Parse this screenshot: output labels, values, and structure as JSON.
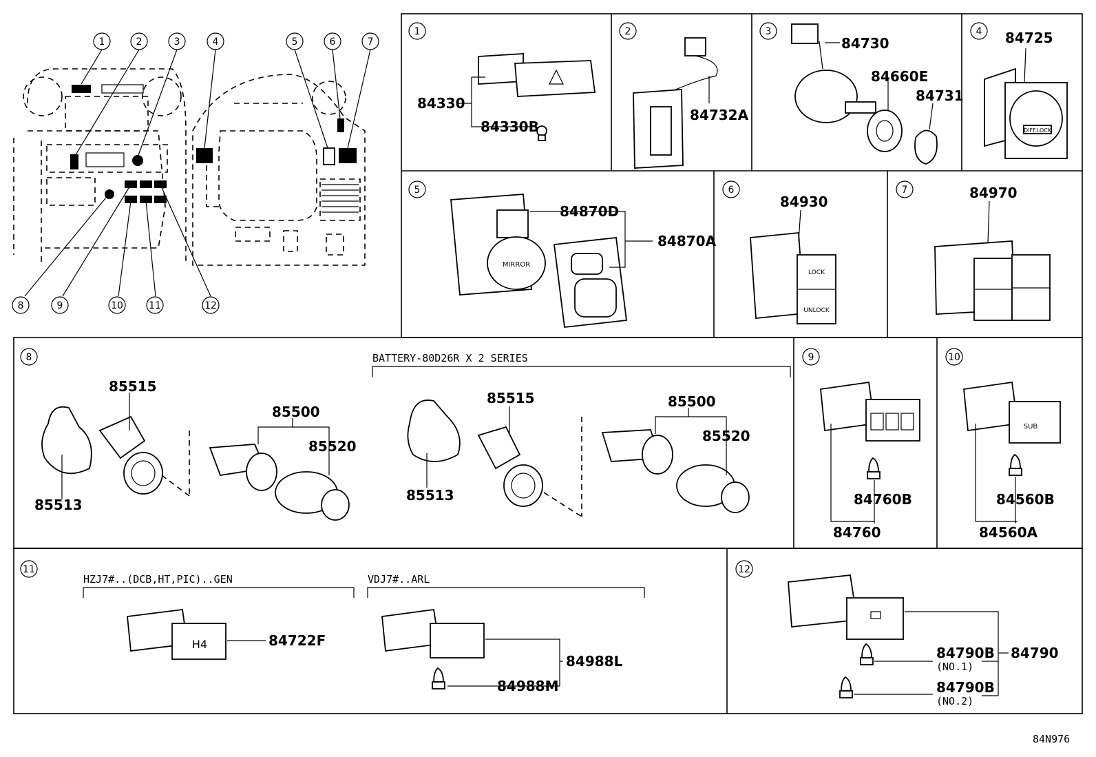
{
  "corner_code": "84N976",
  "overview": {
    "callouts": [
      "1",
      "2",
      "3",
      "4",
      "5",
      "6",
      "7",
      "8",
      "9",
      "10",
      "11",
      "12"
    ]
  },
  "panels": {
    "p1": {
      "num": "1",
      "parts": [
        "84330",
        "84330B"
      ]
    },
    "p2": {
      "num": "2",
      "parts": [
        "84732A"
      ]
    },
    "p3": {
      "num": "3",
      "parts": [
        "84730",
        "84660E",
        "84731"
      ]
    },
    "p4": {
      "num": "4",
      "parts": [
        "84725"
      ],
      "face_text": "DIFF.LOCK"
    },
    "p5": {
      "num": "5",
      "parts": [
        "84870D",
        "84870A"
      ],
      "face_text": "MIRROR"
    },
    "p6": {
      "num": "6",
      "parts": [
        "84930"
      ],
      "face_lock": "LOCK",
      "face_unlock": "UNLOCK"
    },
    "p7": {
      "num": "7",
      "parts": [
        "84970"
      ]
    },
    "p8": {
      "num": "8",
      "parts": [
        "85515",
        "85500",
        "85520",
        "85513"
      ],
      "note": "BATTERY-80D26R X 2 SERIES",
      "parts_b": [
        "85515",
        "85500",
        "85520",
        "85513"
      ]
    },
    "p9": {
      "num": "9",
      "parts": [
        "84760B",
        "84760"
      ]
    },
    "p10": {
      "num": "10",
      "parts": [
        "84560B",
        "84560A"
      ],
      "face_text": "SUB"
    },
    "p11": {
      "num": "11",
      "note_a": "HZJ7#..(DCB,HT,PIC)..GEN",
      "note_b": "VDJ7#..ARL",
      "parts": [
        "84722F",
        "84988L",
        "84988M"
      ],
      "face_text": "H4"
    },
    "p12": {
      "num": "12",
      "parts": [
        "84790",
        "84790B",
        "84790B"
      ],
      "sub": [
        "(NO.1)",
        "(NO.2)"
      ]
    }
  }
}
